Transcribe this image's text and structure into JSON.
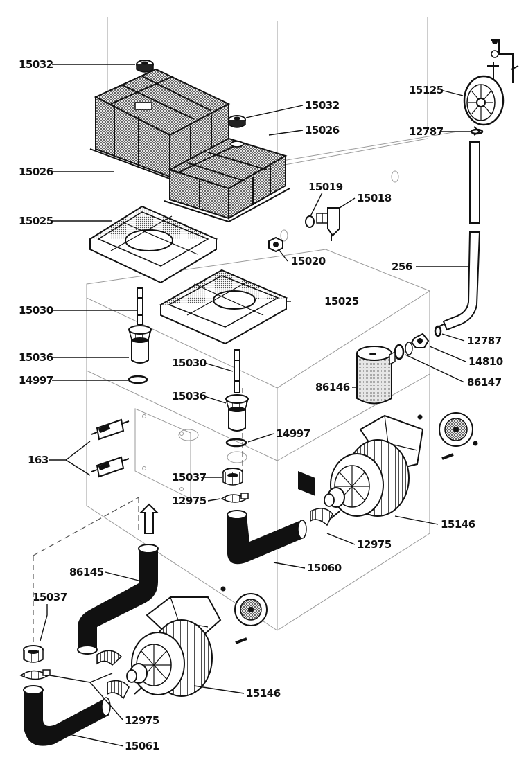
{
  "labels": {
    "p15032_a": "15032",
    "p15032_b": "15032",
    "p15026_a": "15026",
    "p15026_b": "15026",
    "p15025_a": "15025",
    "p15025_b": "15025",
    "p15019": "15019",
    "p15018": "15018",
    "p15020": "15020",
    "p15125": "15125",
    "p12787_a": "12787",
    "p12787_b": "12787",
    "p256": "256",
    "p15030_a": "15030",
    "p15030_b": "15030",
    "p15036_a": "15036",
    "p15036_b": "15036",
    "p14997_a": "14997",
    "p14997_b": "14997",
    "p14810": "14810",
    "p86146": "86146",
    "p86147": "86147",
    "p163": "163",
    "p15037_a": "15037",
    "p15037_b": "15037",
    "p12975_a": "12975",
    "p12975_b": "12975",
    "p12975_c": "12975",
    "p15146_a": "15146",
    "p15146_b": "15146",
    "p15060": "15060",
    "p86145": "86145",
    "p15061": "15061"
  }
}
